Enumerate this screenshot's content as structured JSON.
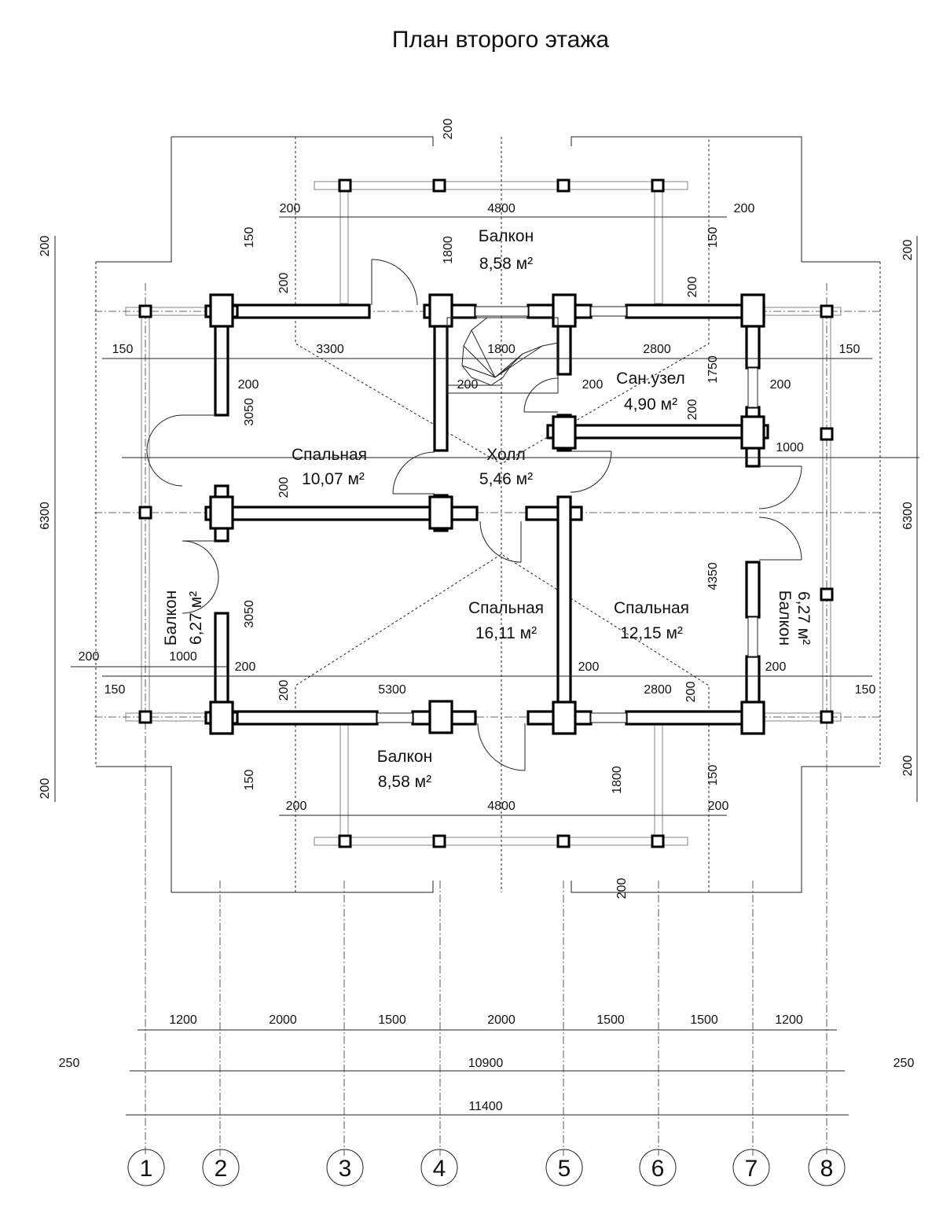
{
  "title": "План второго этажа",
  "rooms": [
    {
      "name": "Балкон",
      "area": "8,58 м²"
    },
    {
      "name": "Спальная",
      "area": "10,07 м²"
    },
    {
      "name": "Сан.узел",
      "area": "4,90 м²"
    },
    {
      "name": "Холл",
      "area": "5,46 м²"
    },
    {
      "name": "Спальная",
      "area": "16,11 м²"
    },
    {
      "name": "Спальная",
      "area": "12,15 м²"
    },
    {
      "name": "Балкон",
      "area": "8,58 м²"
    },
    {
      "name": "Балкон",
      "area": "6,27 м²"
    },
    {
      "name": "Балкон",
      "area": "6,27 м²"
    }
  ],
  "axes": [
    "1",
    "2",
    "3",
    "4",
    "5",
    "6",
    "7",
    "8"
  ],
  "dimensions": {
    "bottom_row1": [
      "1200",
      "2000",
      "1500",
      "2000",
      "1500",
      "1500",
      "1200"
    ],
    "bottom_row2": [
      "250",
      "10900",
      "250"
    ],
    "bottom_row3": [
      "11400"
    ],
    "left": [
      "200",
      "6300",
      "200"
    ],
    "right": [
      "200",
      "6300",
      "200"
    ],
    "top_balcony": [
      "200",
      "4800",
      "200",
      "200"
    ],
    "bottom_balcony": [
      "200",
      "4800",
      "200",
      "200"
    ],
    "inner": [
      "150",
      "1800",
      "150",
      "200",
      "3300",
      "1800",
      "2800",
      "150",
      "150",
      "200",
      "200",
      "1750",
      "200",
      "200",
      "3050",
      "200",
      "1000",
      "200",
      "200",
      "3050",
      "4350",
      "200",
      "1000",
      "200",
      "200",
      "150",
      "5300",
      "200",
      "2800",
      "200",
      "200",
      "150",
      "150",
      "1800",
      "150"
    ]
  }
}
